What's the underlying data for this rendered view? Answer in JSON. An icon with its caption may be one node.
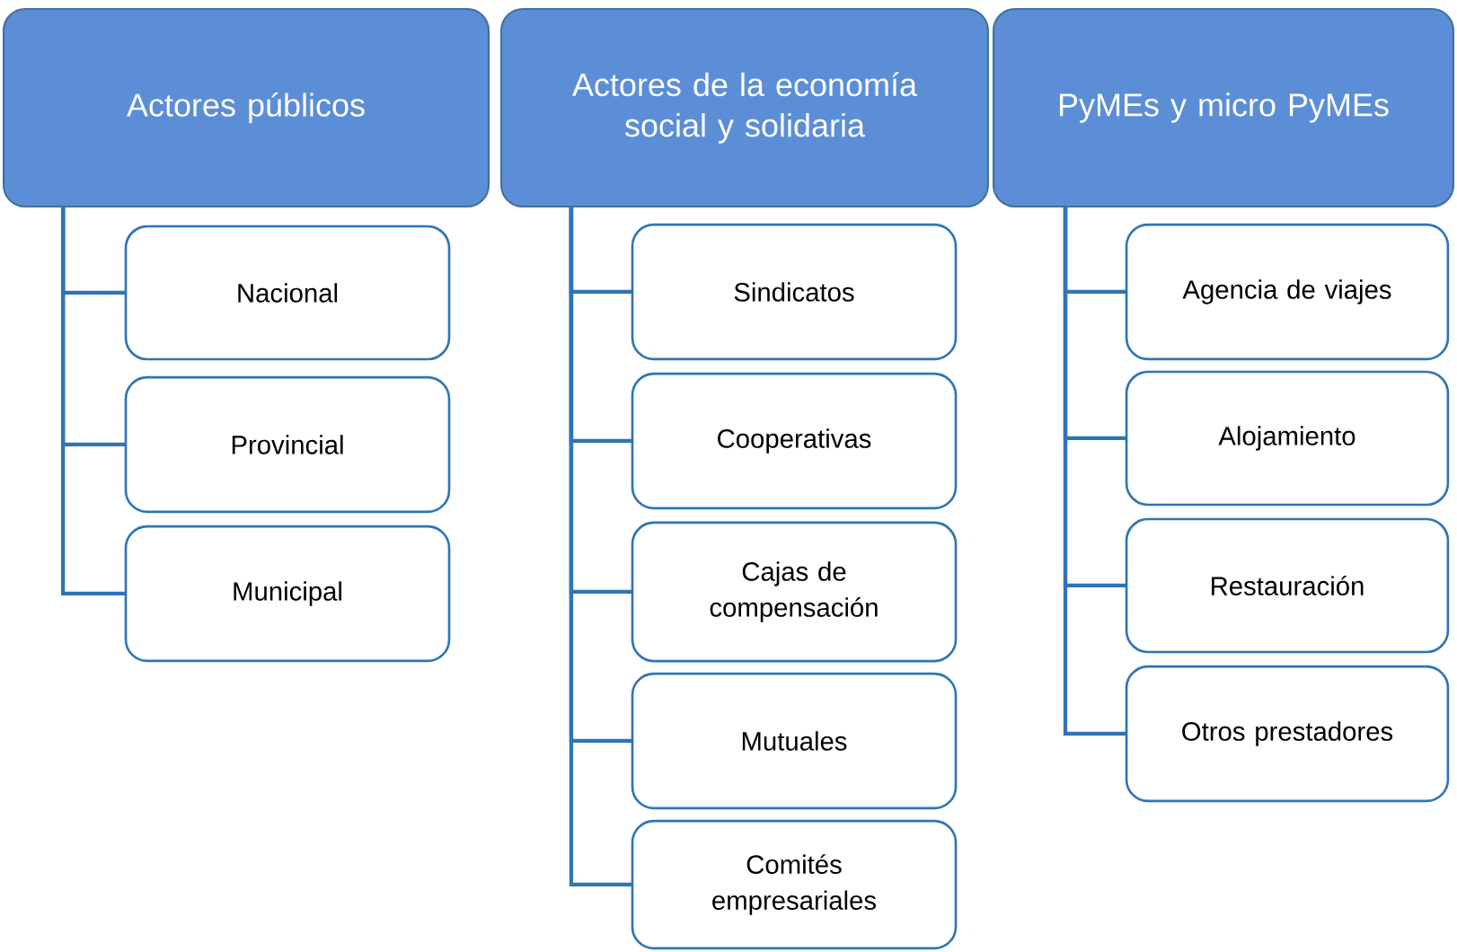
{
  "diagram": {
    "nodes": [
      {
        "text": [
          "Actores públicos"
        ]
      },
      {
        "text": [
          "Nacional"
        ]
      },
      {
        "text": [
          "Provincial"
        ]
      },
      {
        "text": [
          "Municipal"
        ]
      },
      {
        "text": [
          "Actores de la economía social y solidaria"
        ]
      },
      {
        "text": [
          "Sindicatos"
        ]
      },
      {
        "text": [
          "Cooperativas"
        ]
      },
      {
        "text": [
          "Cajas de compensación"
        ]
      },
      {
        "text": [
          "Mutuales"
        ]
      },
      {
        "text": [
          "Comités empresariales"
        ]
      },
      {
        "text": [
          "PyMEs y micro PyMEs"
        ]
      },
      {
        "text": [
          "Agencia de viajes"
        ]
      },
      {
        "text": [
          "Alojamiento"
        ]
      },
      {
        "text": [
          "Restauración"
        ]
      },
      {
        "text": [
          "Otros prestadores"
        ]
      }
    ],
    "edges": [
      {
        "from": 0,
        "to": 1,
        "arrow": "none"
      },
      {
        "from": 0,
        "to": 2,
        "arrow": "none"
      },
      {
        "from": 0,
        "to": 3,
        "arrow": "none"
      },
      {
        "from": 4,
        "to": 5,
        "arrow": "none"
      },
      {
        "from": 4,
        "to": 6,
        "arrow": "none"
      },
      {
        "from": 4,
        "to": 7,
        "arrow": "none"
      },
      {
        "from": 4,
        "to": 8,
        "arrow": "none"
      },
      {
        "from": 4,
        "to": 9,
        "arrow": "none"
      },
      {
        "from": 10,
        "to": 11,
        "arrow": "none"
      },
      {
        "from": 10,
        "to": 12,
        "arrow": "none"
      },
      {
        "from": 10,
        "to": 13,
        "arrow": "none"
      },
      {
        "from": 10,
        "to": 14,
        "arrow": "none"
      }
    ]
  }
}
